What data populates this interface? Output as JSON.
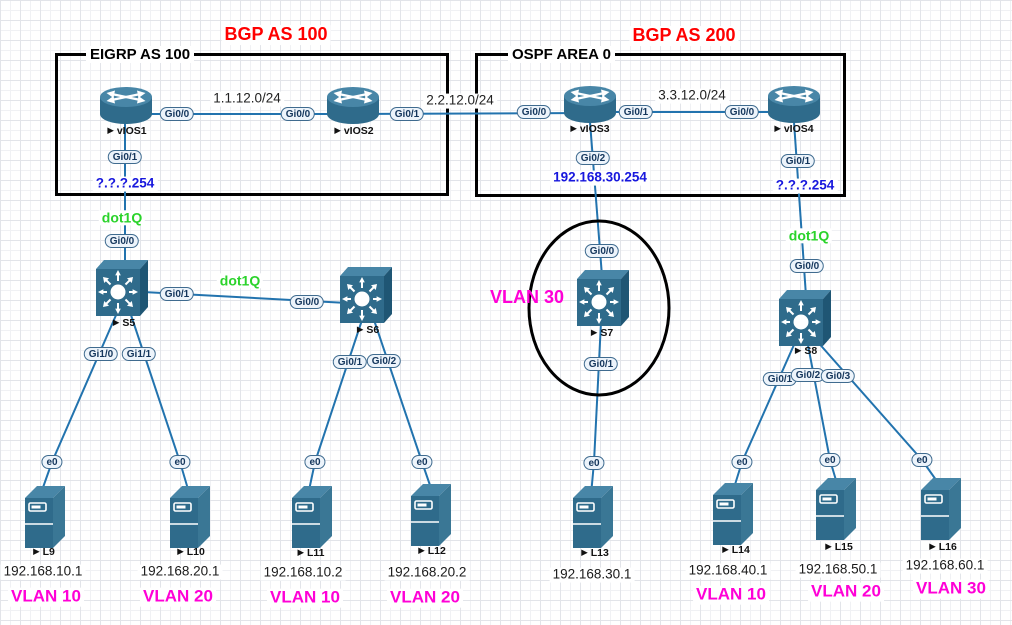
{
  "titles": {
    "bgp_as_100": "BGP AS 100",
    "bgp_as_200": "BGP AS 200",
    "eigrp": "EIGRP AS 100",
    "ospf": "OSPF AREA 0",
    "vlan30": "VLAN 30"
  },
  "subnet_labels": [
    "1.1.12.0/24",
    "2.2.12.0/24",
    "3.3.12.0/24"
  ],
  "gateway_labels": [
    "?.?.?.254",
    "192.168.30.254",
    "?.?.?.254"
  ],
  "trunk_labels": [
    "dot1Q",
    "dot1Q",
    "dot1Q"
  ],
  "icons": {
    "device_marker": "▶"
  },
  "routers": [
    {
      "name": "vIOS1"
    },
    {
      "name": "vIOS2"
    },
    {
      "name": "vIOS3"
    },
    {
      "name": "vIOS4"
    }
  ],
  "switches": [
    {
      "name": "S5"
    },
    {
      "name": "S6"
    },
    {
      "name": "S7"
    },
    {
      "name": "S8"
    }
  ],
  "hosts": [
    {
      "name": "L9",
      "ip": "192.168.10.1",
      "vlan": "VLAN 10"
    },
    {
      "name": "L10",
      "ip": "192.168.20.1",
      "vlan": "VLAN 20"
    },
    {
      "name": "L11",
      "ip": "192.168.10.2",
      "vlan": "VLAN 10"
    },
    {
      "name": "L12",
      "ip": "192.168.20.2",
      "vlan": "VLAN 20"
    },
    {
      "name": "L13",
      "ip": "192.168.30.1"
    },
    {
      "name": "L14",
      "ip": "192.168.40.1",
      "vlan": "VLAN 10"
    },
    {
      "name": "L15",
      "ip": "192.168.50.1",
      "vlan": "VLAN 20"
    },
    {
      "name": "L16",
      "ip": "192.168.60.1",
      "vlan": "VLAN 30"
    }
  ],
  "interface_labels": [
    "Gi0/0",
    "Gi0/0",
    "Gi0/1",
    "Gi0/0",
    "Gi0/1",
    "Gi0/0",
    "Gi0/1",
    "Gi0/2",
    "Gi0/1",
    "Gi0/0",
    "Gi0/1",
    "Gi0/0",
    "Gi1/0",
    "Gi1/1",
    "Gi0/1",
    "Gi0/2",
    "Gi0/0",
    "Gi0/1",
    "Gi0/0",
    "Gi0/1",
    "Gi0/2",
    "Gi0/3"
  ],
  "port_labels": [
    "e0",
    "e0",
    "e0",
    "e0",
    "e0",
    "e0",
    "e0",
    "e0"
  ],
  "colors": {
    "link": "#2273ae",
    "device": "#2f6b8b",
    "region_border": "#000000",
    "title_red": "#ff0000",
    "gateway_blue": "#1717dd",
    "trunk_green": "#2bd32b",
    "vlan_magenta": "#ff00d7"
  }
}
